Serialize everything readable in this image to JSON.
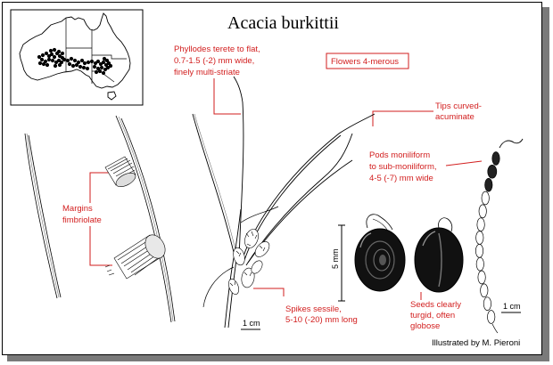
{
  "title": "Acacia burkittii",
  "labels": {
    "phyllodes": [
      "Phyllodes terete to flat,",
      "0.7-1.5 (-2) mm wide,",
      "finely multi-striate"
    ],
    "flowers": "Flowers 4-merous",
    "tips": [
      "Tips curved-",
      "acuminate"
    ],
    "pods": [
      "Pods moniliform",
      "to sub-moniliform,",
      "4-5 (-7) mm wide"
    ],
    "margins": [
      "Margins",
      "fimbriolate"
    ],
    "spikes": [
      "Spikes sessile,",
      "5-10 (-20) mm long"
    ],
    "seeds": [
      "Seeds clearly",
      "turgid, often",
      "globose"
    ]
  },
  "scales": {
    "branch": "1 cm",
    "seed": "5 mm",
    "pod": "1 cm"
  },
  "credit": "Illustrated by M. Pieroni",
  "colors": {
    "label": "#d21e1e",
    "ink": "#000000",
    "shadow": "#7a7a7a"
  }
}
